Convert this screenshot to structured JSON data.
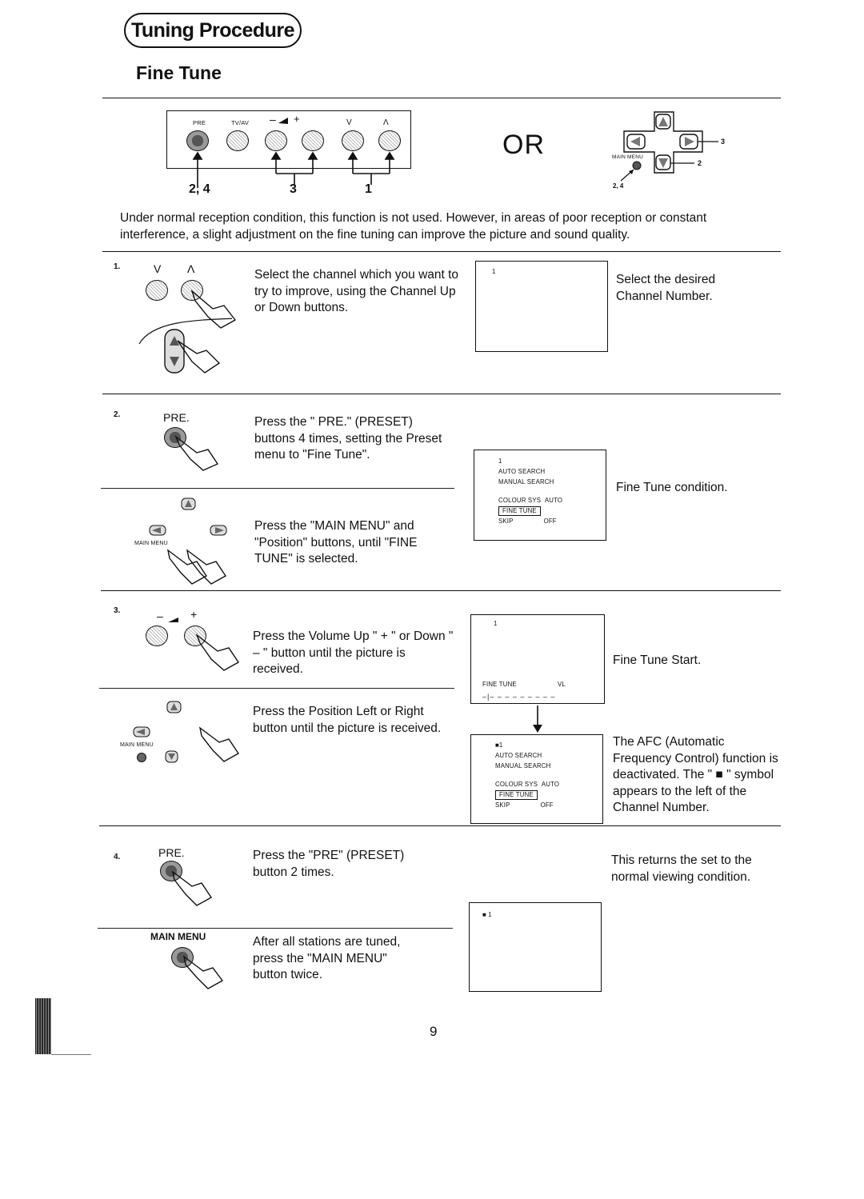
{
  "header": {
    "title": "Tuning Procedure",
    "subtitle": "Fine Tune"
  },
  "remote_panel": {
    "labels": {
      "pre": "PRE",
      "tvav": "TV/AV",
      "minus": "–",
      "plus": "+",
      "down": "V",
      "up": "Λ"
    },
    "callouts": {
      "a": "2, 4",
      "b": "3",
      "c": "1"
    }
  },
  "or_label": "OR",
  "joystick": {
    "label": "MAIN MENU",
    "callout_3": "3",
    "callout_2": "2",
    "callout_24": "2, 4"
  },
  "intro": "Under normal reception condition, this function is not used. However, in areas of poor reception or constant interference, a slight adjustment on the fine tuning can improve the picture and sound quality.",
  "steps": [
    {
      "number": "1.",
      "key_labels": {
        "down": "V",
        "up": "Λ"
      },
      "text": "Select the channel which you want to try to improve, using the Channel Up or Down buttons.",
      "screen": {
        "channel": "1"
      },
      "note": "Select the desired Channel Number."
    },
    {
      "number": "2.",
      "key_label": "PRE.",
      "text_a": "Press the \" PRE.\" (PRESET) buttons 4 times, setting the Preset menu to \"Fine Tune\".",
      "text_b": "Press the \"MAIN MENU\" and \"Position\" buttons, until \"FINE TUNE\" is selected.",
      "main_menu_label": "MAIN MENU",
      "screen": {
        "channel": "1",
        "auto_search": "AUTO SEARCH",
        "manual_search": "MANUAL SEARCH",
        "colour_sys": "COLOUR SYS",
        "colour_val": "AUTO",
        "fine_tune": "FINE TUNE",
        "skip": "SKIP",
        "skip_val": "OFF"
      },
      "note": "Fine Tune condition."
    },
    {
      "number": "3.",
      "key_labels": {
        "minus": "–",
        "plus": "+"
      },
      "text_a": "Press the Volume Up \" + \" or Down \" – \" button until the picture is received.",
      "text_b": "Press the Position Left or Right button until the picture is received.",
      "main_menu_label": "MAIN MENU",
      "screen_a": {
        "channel": "1",
        "label": "FINE TUNE",
        "value": "VL",
        "scale": "–|– – – – – – – – –"
      },
      "note_a": "Fine Tune Start.",
      "screen_b": {
        "channel": "■1",
        "auto_search": "AUTO SEARCH",
        "manual_search": "MANUAL SEARCH",
        "colour_sys": "COLOUR SYS",
        "colour_val": "AUTO",
        "fine_tune": "FINE TUNE",
        "skip": "SKIP",
        "skip_val": "OFF"
      },
      "note_b": "The AFC (Automatic Frequency Control) function is deactivated. The \" ■ \" symbol appears to the left of the Channel Number."
    },
    {
      "number": "4.",
      "key_label": "PRE.",
      "text": "Press the \"PRE\" (PRESET) button 2 times.",
      "note": "This returns the set to the normal viewing condition.",
      "screen": {
        "channel": "■ 1"
      },
      "main_menu_label": "MAIN MENU",
      "text_b": "After all stations are tuned, press the \"MAIN MENU\" button twice."
    }
  ],
  "page_number": "9"
}
